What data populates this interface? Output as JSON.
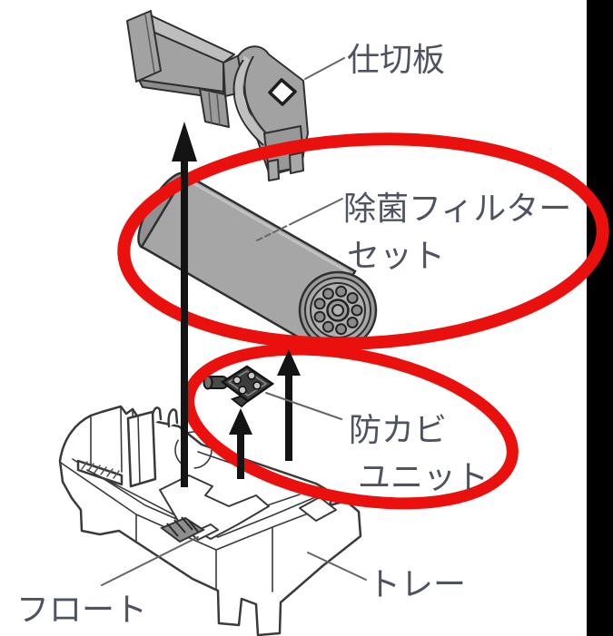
{
  "diagram": {
    "description": "exploded-parts-diagram-of-humidifier-tray",
    "background": "#ffffff",
    "right_bar_color": "#000000",
    "highlight_color": "#e9100e",
    "label_color": "#4d5361",
    "line_color": "#3a3a3a",
    "part_fill": "#a6a6a6",
    "labels": {
      "partition_plate": "仕切板",
      "filter_line1": "除菌フィルター",
      "filter_line2": "セット",
      "filter_full": "除菌フィルターセット",
      "antimold_line1": "防カビ",
      "antimold_line2": "ユニット",
      "antimold_full": "防カビユニット",
      "float_label": "フロート",
      "tray_label": "トレー"
    }
  }
}
